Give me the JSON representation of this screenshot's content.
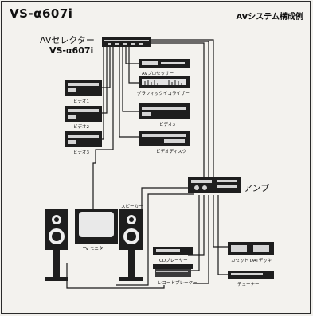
{
  "header": {
    "title": "VS-α607i",
    "caption": "AVシステム構成例"
  },
  "labels": {
    "selector_line1": "AVセレクター",
    "selector_line2": "VS-α607i",
    "av_processor": "AVプロセッサー",
    "graphic_equalizer": "グラフィックイコライザー",
    "video1": "ビデオ1",
    "video2": "ビデオ2",
    "video3_left": "ビデオ3",
    "video3_right": "ビデオ3",
    "video_disc": "ビデオディスク",
    "amp": "アンプ",
    "speaker": "スピーカー",
    "tv_monitor": "TV モニター",
    "cd_player": "CDプレーヤー",
    "record_player": "レコードプレーヤー",
    "cassette_dat": "カセット DATデッキ",
    "tuner": "チューナー"
  },
  "colors": {
    "ink": "#111111",
    "background": "#f3f2ee",
    "device": "#1e1e1e",
    "cable": "#1a1a1a"
  }
}
